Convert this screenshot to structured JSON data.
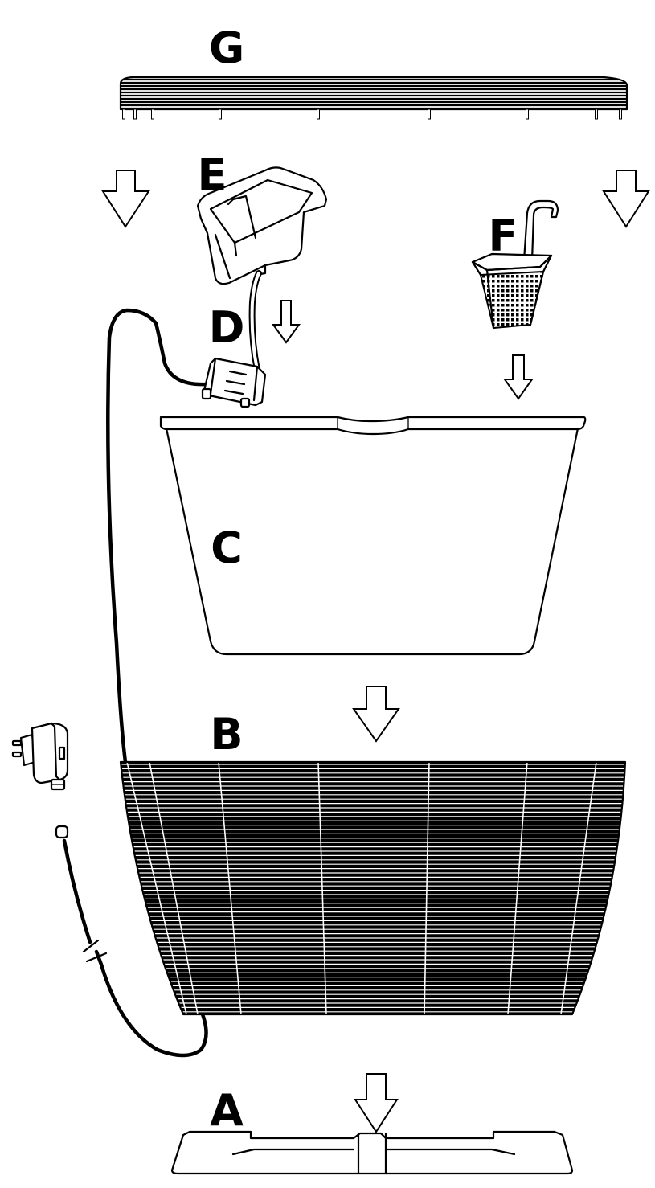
{
  "labels": {
    "a": "A",
    "b": "B",
    "c": "C",
    "d": "D",
    "e": "E",
    "f": "F",
    "g": "G"
  },
  "colors": {
    "line": "#000000",
    "background": "#ffffff"
  }
}
